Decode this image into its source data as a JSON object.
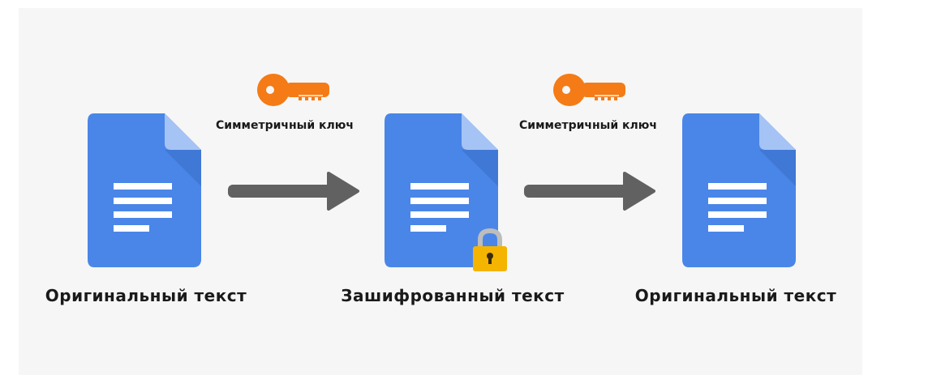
{
  "labels": {
    "doc_original_1": "Оригинальный текст",
    "doc_encrypted": "Зашифрованный текст",
    "doc_original_2": "Оригинальный текст",
    "key_1": "Симметричный ключ",
    "key_2": "Симметричный ключ"
  },
  "icons": {
    "document": "document-icon",
    "key": "key-icon",
    "lock": "lock-icon",
    "arrow": "arrow-right-icon"
  },
  "colors": {
    "panel_background": "#f6f6f6",
    "document_blue": "#4a86e8",
    "document_fold": "#a6c3f5",
    "document_lines": "#ffffff",
    "key_orange": "#f47b16",
    "lock_gold": "#f4b400",
    "lock_shackle": "#bdbdbd",
    "arrow_gray": "#616161"
  }
}
